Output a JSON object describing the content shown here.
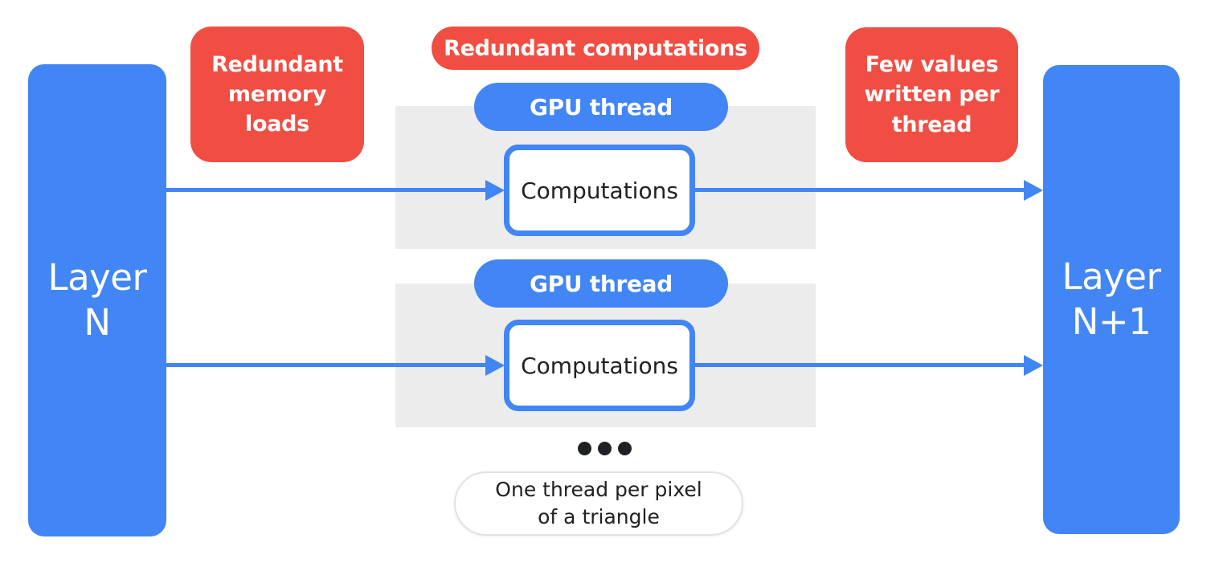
{
  "diagram": {
    "left_layer": {
      "lines": [
        "Layer",
        "N"
      ]
    },
    "right_layer": {
      "lines": [
        "Layer",
        "N+1"
      ]
    },
    "badges": {
      "memory": {
        "lines": [
          "Redundant",
          "memory",
          "loads"
        ]
      },
      "compute": {
        "label": "Redundant computations"
      },
      "few_values": {
        "lines": [
          "Few values",
          "written per",
          "thread"
        ]
      }
    },
    "thread_groups": [
      {
        "pill_label": "GPU thread",
        "box_label": "Computations"
      },
      {
        "pill_label": "GPU thread",
        "box_label": "Computations"
      }
    ],
    "ellipsis_dots": 3,
    "caption": {
      "lines": [
        "One thread per pixel",
        "of a triangle"
      ]
    },
    "colors": {
      "blue": "#4285F4",
      "red": "#F14E43",
      "gray_panel": "#ECECEC",
      "text_dark": "#202124",
      "caption_border": "#E0E2E6"
    }
  }
}
